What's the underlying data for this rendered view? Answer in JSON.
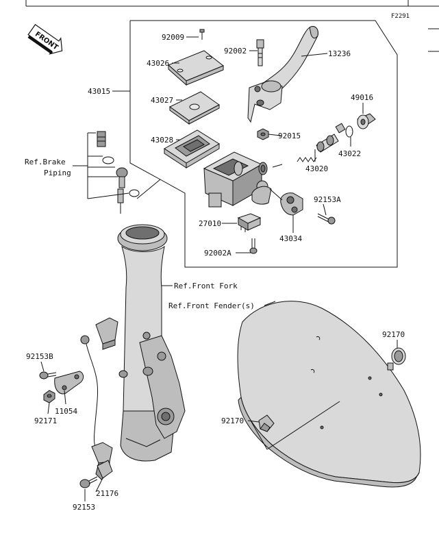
{
  "diagram_code": "F2291",
  "front_label": "FRONT",
  "parts": {
    "p92009": "92009",
    "p43026": "43026",
    "p43027": "43027",
    "p43028": "43028",
    "p43015": "43015",
    "p92002": "92002",
    "p13236": "13236",
    "p49016": "49016",
    "p92015": "92015",
    "p43022": "43022",
    "p43020": "43020",
    "p92153A": "92153A",
    "p27010": "27010",
    "p43034": "43034",
    "p92002A": "92002A",
    "p92153B": "92153B",
    "p11054": "11054",
    "p92171": "92171",
    "p92170a": "92170",
    "p92170b": "92170",
    "p21176": "21176",
    "p92153": "92153"
  },
  "refs": {
    "brake_line1": "Ref.Brake",
    "brake_line2": "Piping",
    "front_fork": "Ref.Front Fork",
    "front_fender": "Ref.Front Fender(s)"
  }
}
